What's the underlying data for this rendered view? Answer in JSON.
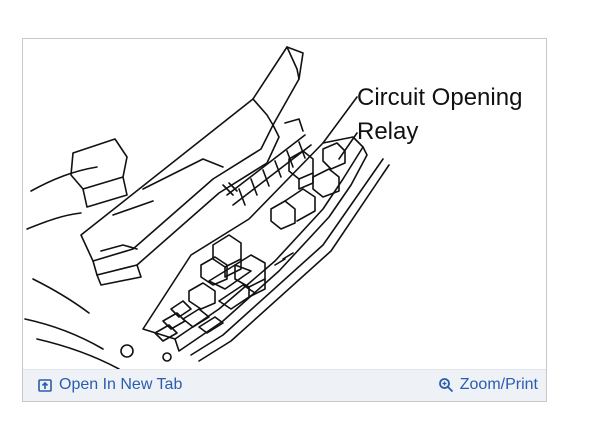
{
  "figure": {
    "callout_line1": "Circuit Opening",
    "callout_line2": "Relay"
  },
  "toolbar": {
    "open_tab": {
      "label": "Open In New Tab",
      "icon": "open-in-new-tab-icon"
    },
    "zoom_print": {
      "label": "Zoom/Print",
      "icon": "magnifier-icon"
    }
  },
  "colors": {
    "link": "#2a5db0",
    "toolbar_bg": "#eef1f5",
    "frame_border": "#c9c9c9",
    "line_art": "#111111"
  }
}
